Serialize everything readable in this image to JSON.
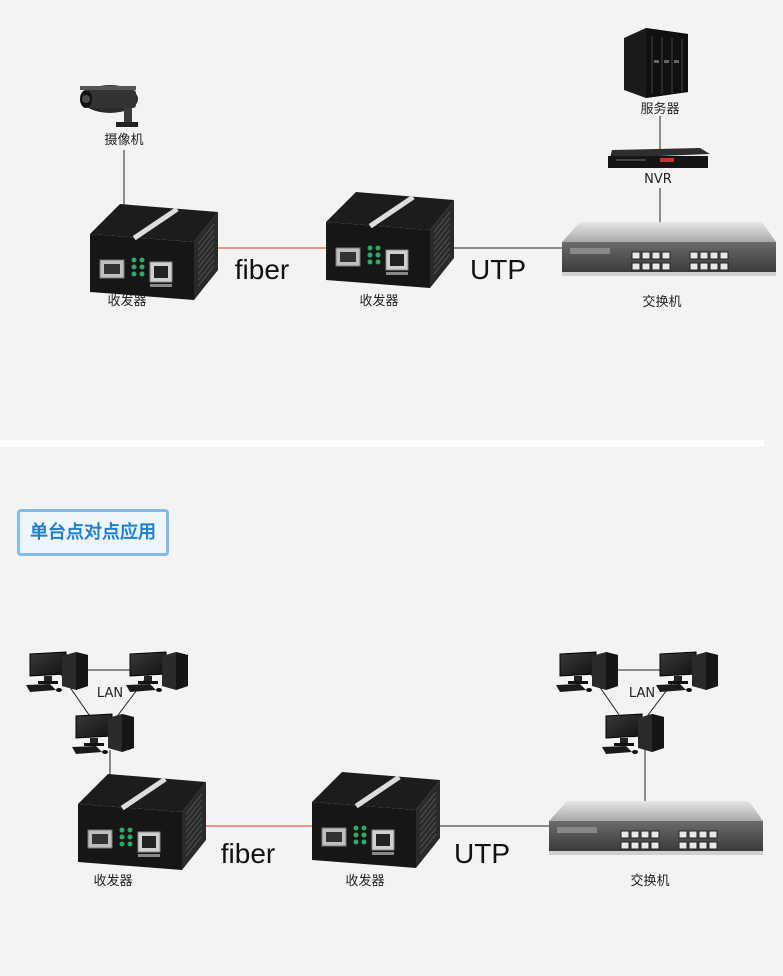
{
  "top": {
    "camera_label": "摄像机",
    "server_label": "服务器",
    "nvr_label": "NVR",
    "converter_left_label": "收发器",
    "converter_right_label": "收发器",
    "switch_label": "交换机",
    "fiber_label": "fiber",
    "utp_label": "UTP"
  },
  "section_tag": "单台点对点应用",
  "bottom": {
    "lan_left_label": "LAN",
    "lan_right_label": "LAN",
    "converter_left_label": "收发器",
    "converter_right_label": "收发器",
    "switch_label": "交换机",
    "fiber_label": "fiber",
    "utp_label": "UTP"
  },
  "colors": {
    "fiber_line": "#e03030",
    "utp_line": "#222222",
    "tag_border": "#7fbde8",
    "tag_text": "#1f7fd0"
  }
}
